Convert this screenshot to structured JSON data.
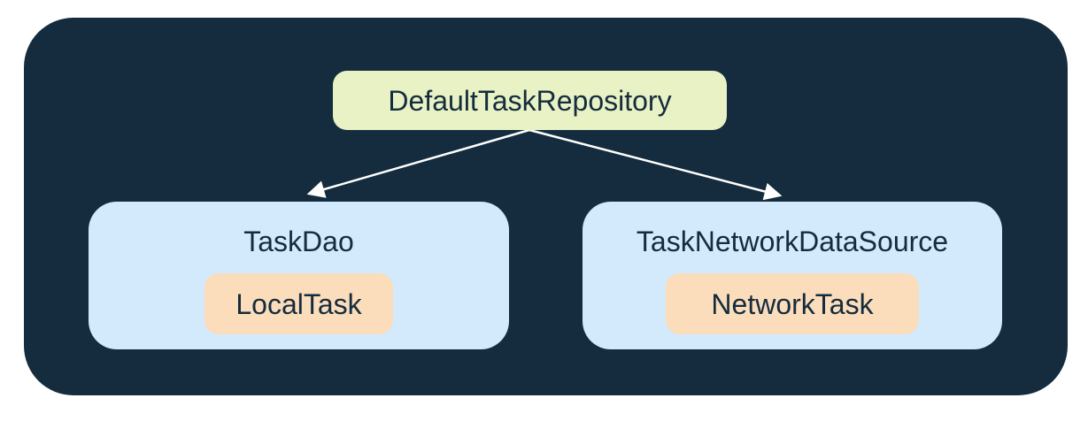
{
  "colors": {
    "page_bg": "#ffffff",
    "canvas_bg": "#142c3d",
    "repository_bg": "#e9f2c5",
    "datasource_bg": "#d2eafb",
    "model_bg": "#fbdcbb",
    "text": "#142c3d",
    "arrow": "#ffffff"
  },
  "diagram": {
    "type": "architecture-tree",
    "repository": {
      "label": "DefaultTaskRepository"
    },
    "local_source": {
      "label": "TaskDao",
      "model": {
        "label": "LocalTask"
      }
    },
    "network_source": {
      "label": "TaskNetworkDataSource",
      "model": {
        "label": "NetworkTask"
      }
    }
  }
}
